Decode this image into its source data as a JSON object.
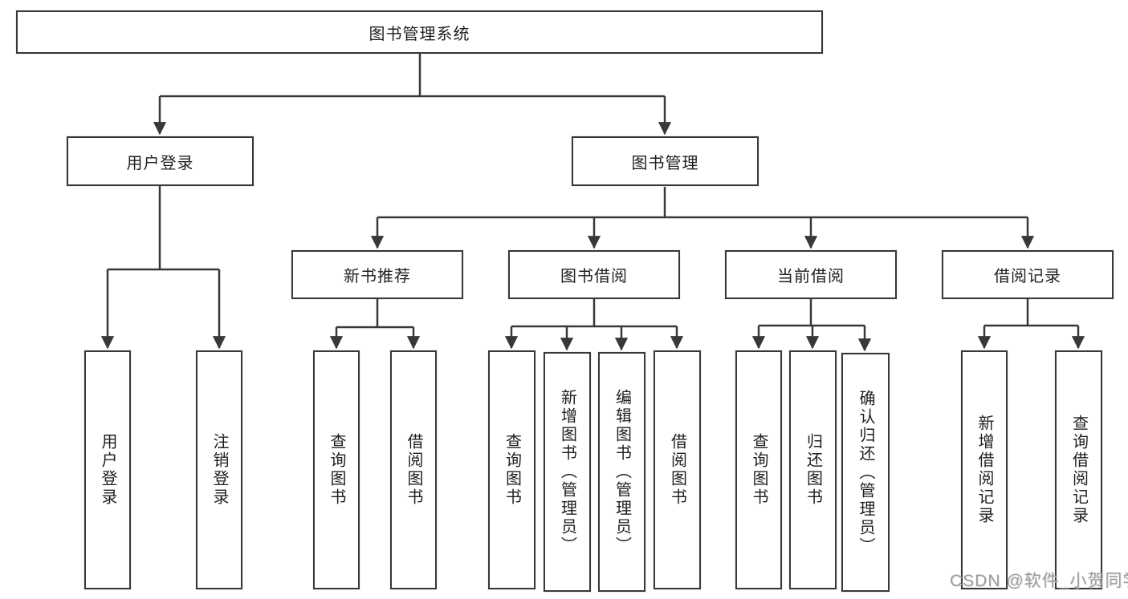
{
  "diagram": {
    "root": {
      "label": "图书管理系统"
    },
    "level2": {
      "user_login": {
        "label": "用户登录"
      },
      "book_management": {
        "label": "图书管理"
      }
    },
    "level3": {
      "new_book_recommend": {
        "label": "新书推荐"
      },
      "book_borrow": {
        "label": "图书借阅"
      },
      "current_borrow": {
        "label": "当前借阅"
      },
      "borrow_records": {
        "label": "借阅记录"
      }
    },
    "leaves": {
      "user_login": [
        "用户登录",
        "注销登录"
      ],
      "new_book_recommend": [
        "查询图书",
        "借阅图书"
      ],
      "book_borrow": [
        "查询图书",
        "新增图书（管理员）",
        "编辑图书（管理员）",
        "借阅图书"
      ],
      "current_borrow": [
        "查询图书",
        "归还图书",
        "确认归还（管理员）"
      ],
      "borrow_records": [
        "新增借阅记录",
        "查询借阅记录"
      ]
    }
  },
  "colors": {
    "line": "#383838",
    "box_background": "#ffffff",
    "text": "#1f1f1f",
    "watermark": "#949494"
  },
  "watermark": {
    "text": "CSDN @软件_小贺同学"
  }
}
